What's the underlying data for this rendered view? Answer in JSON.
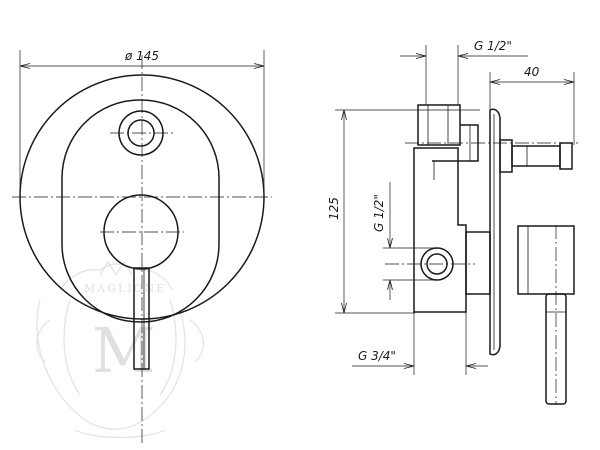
{
  "dimensions": {
    "front_diameter": "ø 145",
    "side_height": "125",
    "side_depth": "40",
    "top_inlet": "G 1/2\"",
    "middle_inlet": "G 1/2\"",
    "bottom_outlet": "G 3/4\""
  },
  "watermark": {
    "monogram": "M",
    "arc_text": "MAGLIONE"
  }
}
